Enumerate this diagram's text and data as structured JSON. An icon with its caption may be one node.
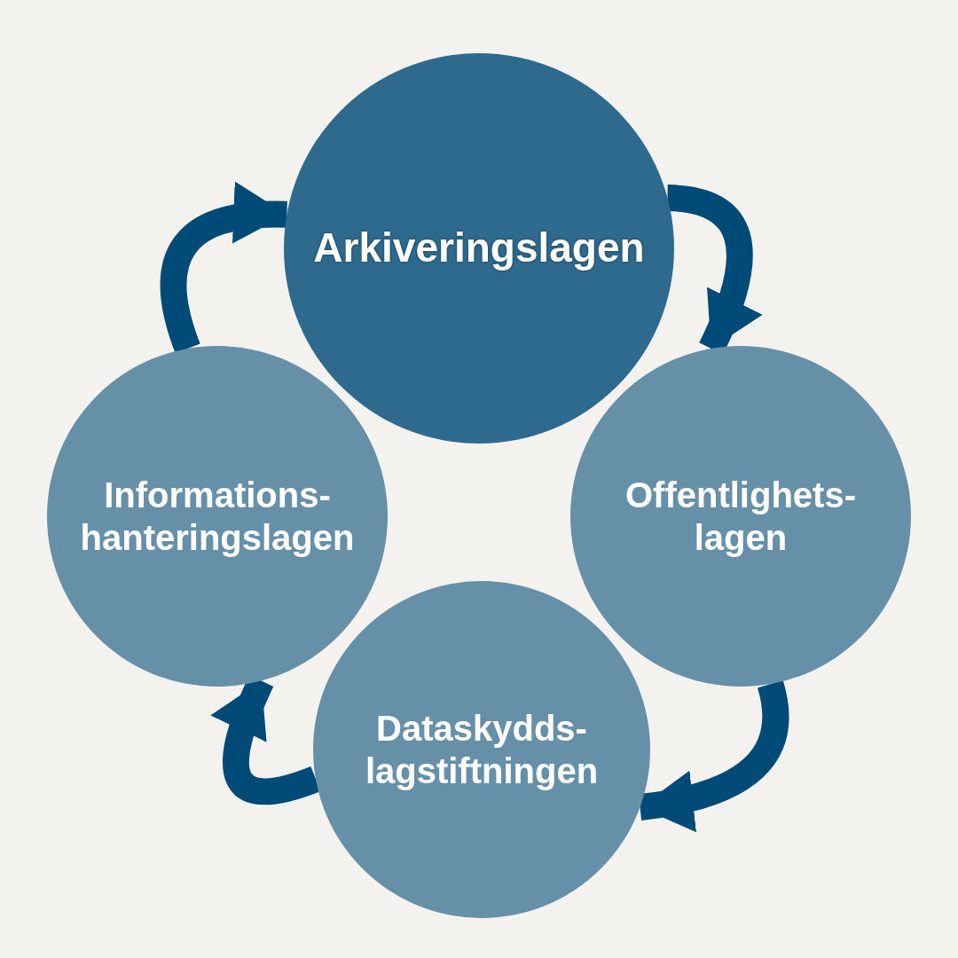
{
  "diagram": {
    "nodes": [
      {
        "text": [
          "Arkiveringslagen"
        ]
      },
      {
        "text": [
          "Offentlighets- lagen"
        ]
      },
      {
        "text": [
          "Dataskydds- lagstiftningen"
        ]
      },
      {
        "text": [
          "Informations- hanteringslagen"
        ]
      }
    ],
    "edges": [
      {
        "from": 0,
        "to": 1,
        "arrow": "to"
      },
      {
        "from": 1,
        "to": 2,
        "arrow": "to"
      },
      {
        "from": 2,
        "to": 3,
        "arrow": "to"
      },
      {
        "from": 3,
        "to": 0,
        "arrow": "to"
      }
    ]
  }
}
